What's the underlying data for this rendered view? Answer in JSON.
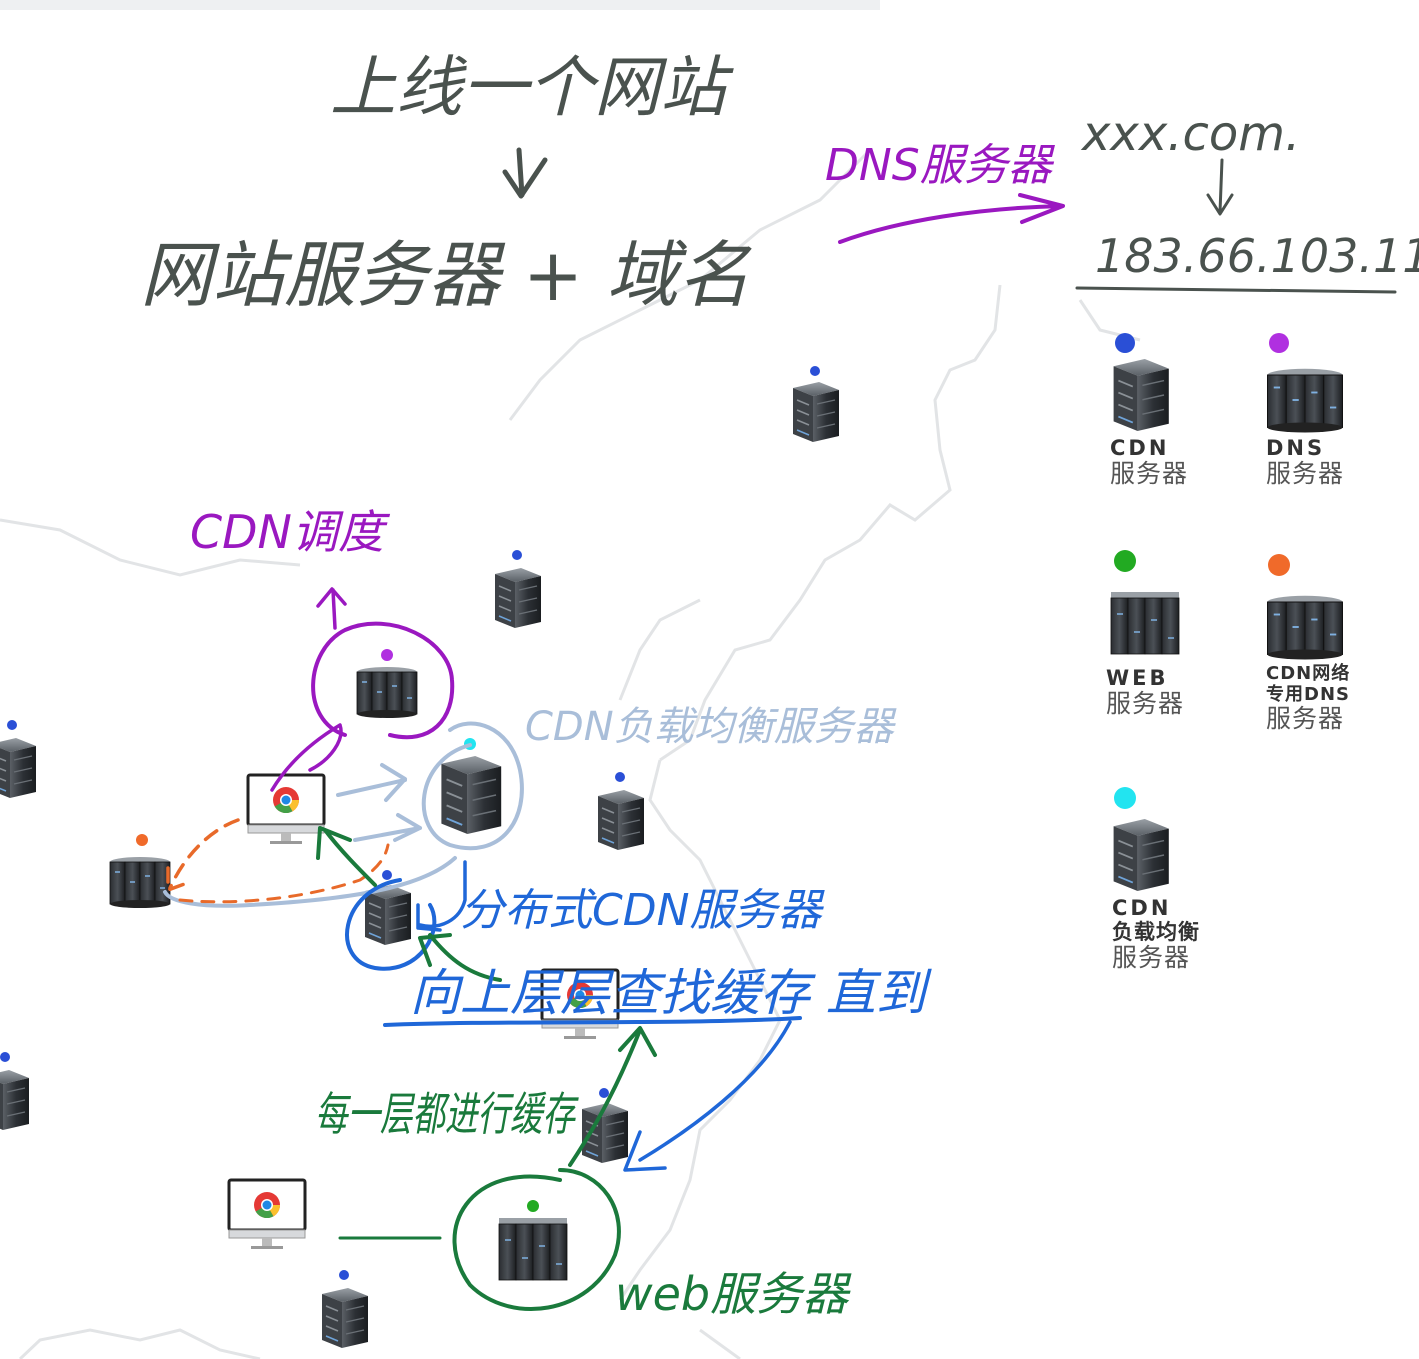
{
  "notes": {
    "title": "上线一个网站",
    "formula": "网站服务器 + 域名",
    "dns_label": "DNS服务器",
    "domain": "xxx.com.",
    "ip_address": "183.66.103.11",
    "cdn_scheduling": "CDN调度",
    "cdn_load_balancer": "CDN负载均衡服务器",
    "distributed_cdn": "分布式CDN服务器",
    "lookup_cache": "向上层层查找缓存 直到",
    "each_layer_cache": "每一层都进行缓存",
    "web_server": "web服务器"
  },
  "legend": [
    {
      "code": "CDN",
      "name": "服务器",
      "color": "#2a4fd6",
      "type": "single"
    },
    {
      "code": "DNS",
      "name": "服务器",
      "color": "#b030e0",
      "type": "rack"
    },
    {
      "code": "WEB",
      "name": "服务器",
      "color": "#22aa22",
      "type": "rack-tall"
    },
    {
      "code": "CDN网络",
      "code2": "专用DNS",
      "name": "服务器",
      "color": "#f06a2a",
      "type": "rack"
    },
    {
      "code": "CDN",
      "code2": "负载均衡",
      "name": "服务器",
      "color": "#22e4f0",
      "type": "single"
    }
  ],
  "colors": {
    "ink_dark": "#4a524e",
    "purple": "#9a18c0",
    "lightblue": "#a9bed9",
    "blue": "#1f67d8",
    "green": "#1a7a3c",
    "orange": "#e86a2a",
    "cdn_dot": "#2a4fd6",
    "dns_dot": "#b030e0",
    "web_dot": "#22aa22",
    "cdn_dns_dot": "#f06a2a",
    "lb_dot": "#22e4f0"
  }
}
